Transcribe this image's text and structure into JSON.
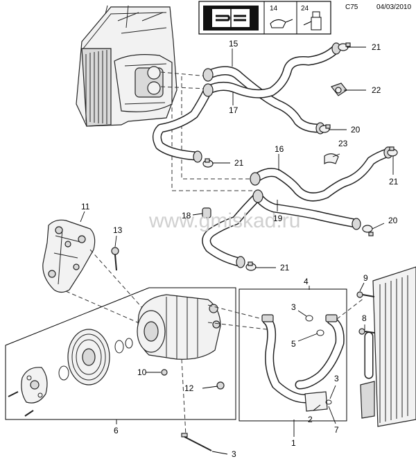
{
  "header": {
    "diagram_code": "C75",
    "date": "04/03/2010",
    "info_box": {
      "icon": "wrench-book-icon",
      "item_1": "14",
      "item_2": "24",
      "icon_1": "oil-can-icon",
      "icon_2": "grease-tube-icon"
    }
  },
  "watermark": "www.gmiskad.ru",
  "callouts": [
    "1",
    "2",
    "3",
    "3",
    "3",
    "4",
    "5",
    "6",
    "7",
    "8",
    "9",
    "10",
    "11",
    "12",
    "13",
    "15",
    "16",
    "17",
    "18",
    "19",
    "20",
    "20",
    "21",
    "21",
    "21",
    "21",
    "22",
    "23"
  ]
}
